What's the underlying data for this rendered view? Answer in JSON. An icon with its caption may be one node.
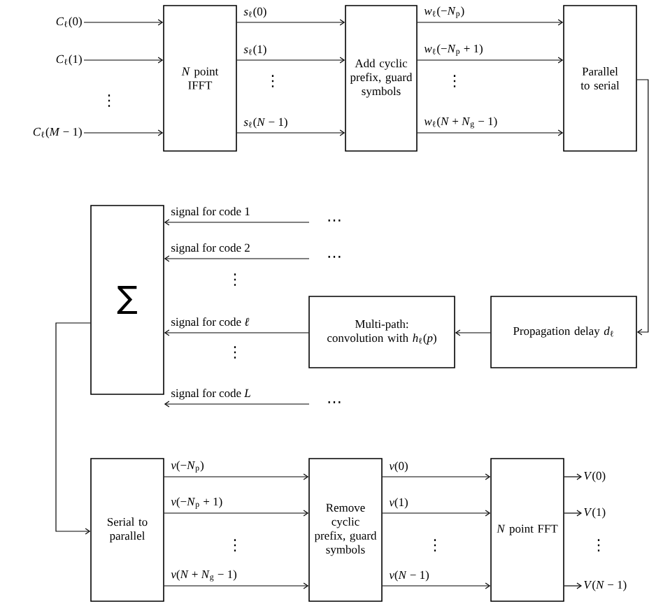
{
  "diagram": {
    "nodes": [
      {
        "text": [
          "*C*$_{ℓ}$(0)"
        ]
      },
      {
        "text": [
          "*C*$_{ℓ}$(1)"
        ]
      },
      {
        "text": [
          "*C*$_{ℓ}$(*M* − 1)"
        ]
      },
      {
        "text": [
          "*N* point IFFT"
        ]
      },
      {
        "text": [
          "Add cyclic prefix, guard symbols"
        ]
      },
      {
        "text": [
          "Parallel to serial"
        ]
      },
      {
        "text": [
          "∑"
        ]
      },
      {
        "text": [
          "Multi-path: convolution with *h*$_{ℓ}$(*p*)"
        ]
      },
      {
        "text": [
          "Propagation delay *d*$_{ℓ}$"
        ]
      },
      {
        "text": [
          "Serial to parallel"
        ]
      },
      {
        "text": [
          "Remove cyclic prefix, guard symbols"
        ]
      },
      {
        "text": [
          "*N* point FFT"
        ]
      },
      {
        "text": [
          "*V*(0)"
        ]
      },
      {
        "text": [
          "*V*(1)"
        ]
      },
      {
        "text": [
          "*V*(*N* − 1)"
        ]
      }
    ],
    "edges": [
      {
        "from": 0,
        "to": 3,
        "arrow": "to"
      },
      {
        "from": 1,
        "to": 3,
        "arrow": "to"
      },
      {
        "from": 2,
        "to": 3,
        "arrow": "to"
      },
      {
        "from": 3,
        "to": 4,
        "arrow": "to",
        "label": "*s*$_{ℓ}$(0)"
      },
      {
        "from": 3,
        "to": 4,
        "arrow": "to",
        "label": "*s*$_{ℓ}$(1)"
      },
      {
        "from": 3,
        "to": 4,
        "arrow": "to",
        "label": "*s*$_{ℓ}$(*N* − 1)"
      },
      {
        "from": 4,
        "to": 5,
        "arrow": "to",
        "label": "*w*$_{ℓ}$(−*N*$_{p}$)"
      },
      {
        "from": 4,
        "to": 5,
        "arrow": "to",
        "label": "*w*$_{ℓ}$(−*N*$_{p}$ + 1)"
      },
      {
        "from": 4,
        "to": 5,
        "arrow": "to",
        "label": "*w*$_{ℓ}$(*N* + *N*$_{g}$ − 1)"
      },
      {
        "from": 5,
        "to": 8,
        "arrow": "to"
      },
      {
        "from": 8,
        "to": 7,
        "arrow": "to"
      },
      {
        "from": null,
        "to": 6,
        "arrow": "to",
        "label": "signal for code 1"
      },
      {
        "from": null,
        "to": 6,
        "arrow": "to",
        "label": "signal for code 2"
      },
      {
        "from": 7,
        "to": 6,
        "arrow": "to",
        "label": "signal for code *ℓ*"
      },
      {
        "from": null,
        "to": 6,
        "arrow": "to",
        "label": "signal for code *L*"
      },
      {
        "from": 6,
        "to": 9,
        "arrow": "to"
      },
      {
        "from": 9,
        "to": 10,
        "arrow": "to",
        "label": "*v*(−*N*$_{p}$)"
      },
      {
        "from": 9,
        "to": 10,
        "arrow": "to",
        "label": "*v*(−*N*$_{p}$ + 1)"
      },
      {
        "from": 9,
        "to": 10,
        "arrow": "to",
        "label": "*v*(*N* + *N*$_{g}$ − 1)"
      },
      {
        "from": 10,
        "to": 11,
        "arrow": "to",
        "label": "*v*(0)"
      },
      {
        "from": 10,
        "to": 11,
        "arrow": "to",
        "label": "*v*(1)"
      },
      {
        "from": 10,
        "to": 11,
        "arrow": "to",
        "label": "*v*(*N* − 1)"
      },
      {
        "from": 11,
        "to": 12,
        "arrow": "to"
      },
      {
        "from": 11,
        "to": 13,
        "arrow": "to"
      },
      {
        "from": 11,
        "to": 14,
        "arrow": "to"
      }
    ],
    "labels": [
      "⋮",
      "⋮",
      "⋮",
      "⋯",
      "⋯",
      "⋮",
      "⋮",
      "⋯",
      "⋮",
      "⋮",
      "⋮"
    ]
  }
}
